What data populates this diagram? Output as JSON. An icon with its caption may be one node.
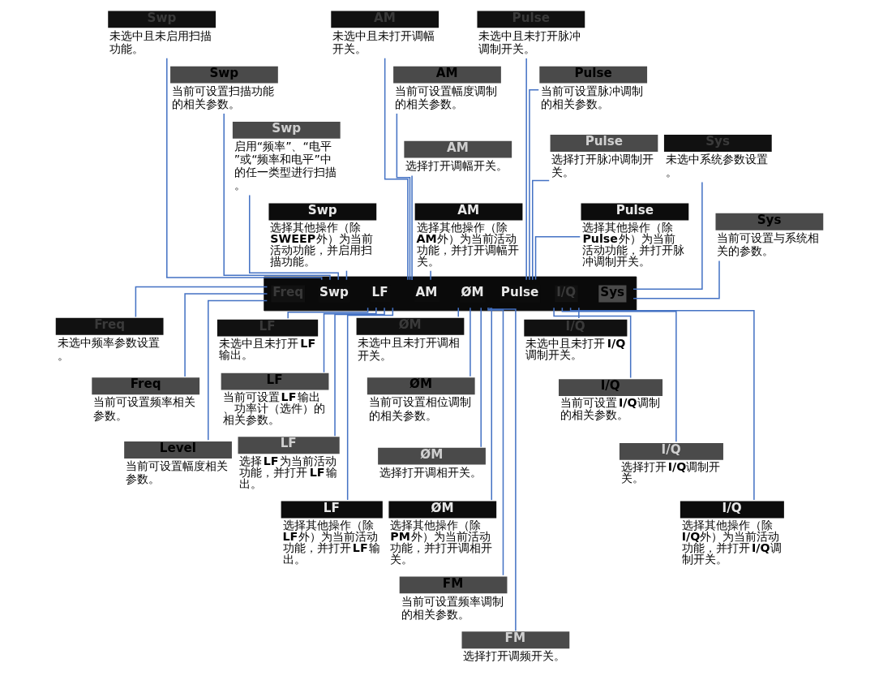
{
  "diagram": {
    "nodes": [
      {
        "text": [],
        "shape": "bar"
      },
      {
        "text": [
          "Freq"
        ],
        "in": 0
      },
      {
        "text": [
          "Swp"
        ],
        "in": 0
      },
      {
        "text": [
          "LF"
        ],
        "in": 0
      },
      {
        "text": [
          "AM"
        ],
        "in": 0
      },
      {
        "text": [
          "ØM"
        ],
        "in": 0
      },
      {
        "text": [
          "Pulse"
        ],
        "in": 0
      },
      {
        "text": [
          "I/Q"
        ],
        "in": 0
      },
      {
        "text": [
          "Sys"
        ],
        "in": 0
      },
      {
        "text": [
          "Swp"
        ],
        "beside": [
          "未选中且未启用扫描功能。"
        ]
      },
      {
        "text": [
          "Swp"
        ],
        "beside": [
          "当前可设置扫描功能的相关参数。"
        ]
      },
      {
        "text": [
          "Swp"
        ],
        "beside": [
          "启用“频率”、“电平”或“频率和电平”中的任一类型进行扫描。"
        ]
      },
      {
        "text": [
          "Swp"
        ],
        "beside": [
          "选择其他操作（除**SWEEP**外）为当前活动功能，并启用扫描功能。"
        ]
      },
      {
        "text": [
          "AM"
        ],
        "beside": [
          "未选中且未打开调幅开关。"
        ]
      },
      {
        "text": [
          "AM"
        ],
        "beside": [
          "当前可设置幅度调制的相关参数。"
        ]
      },
      {
        "text": [
          "AM"
        ],
        "beside": [
          "选择打开调幅开关。"
        ]
      },
      {
        "text": [
          "AM"
        ],
        "beside": [
          "选择其他操作（除**AM**外）为当前活动功能，并打开调幅开关。"
        ]
      },
      {
        "text": [
          "Pulse"
        ],
        "beside": [
          "未选中且未打开脉冲调制开关。"
        ]
      },
      {
        "text": [
          "Pulse"
        ],
        "beside": [
          "当前可设置脉冲调制的相关参数。"
        ]
      },
      {
        "text": [
          "Pulse"
        ],
        "beside": [
          "选择打开脉冲调制开关。"
        ]
      },
      {
        "text": [
          "Pulse"
        ],
        "beside": [
          "选择其他操作（除**Pulse**外）为当前活动功能，并打开脉冲调制开关。"
        ]
      },
      {
        "text": [
          "Sys"
        ],
        "beside": [
          "未选中系统参数设置。"
        ]
      },
      {
        "text": [
          "Sys"
        ],
        "beside": [
          "当前可设置与系统相关的参数。"
        ]
      },
      {
        "text": [
          "Freq"
        ],
        "beside": [
          "未选中频率参数设置。"
        ]
      },
      {
        "text": [
          "Freq"
        ],
        "beside": [
          "当前可设置频率相关参数。"
        ]
      },
      {
        "text": [
          "Level"
        ],
        "beside": [
          "当前可设置幅度相关参数。"
        ]
      },
      {
        "text": [
          "LF"
        ],
        "beside": [
          "未选中且未打开**LF**输出。"
        ]
      },
      {
        "text": [
          "LF"
        ],
        "beside": [
          "当前可设置**LF**输出、功率计（选件）的相关参数。"
        ]
      },
      {
        "text": [
          "LF"
        ],
        "beside": [
          "选择**LF**为当前活动功能，并打开**LF**输出。"
        ]
      },
      {
        "text": [
          "LF"
        ],
        "beside": [
          "选择其他操作（除**LF**外）为当前活动功能，并打开**LF**输出。"
        ]
      },
      {
        "text": [
          "ØM"
        ],
        "beside": [
          "未选中且未打开调相开关。"
        ]
      },
      {
        "text": [
          "ØM"
        ],
        "beside": [
          "当前可设置相位调制的相关参数。"
        ]
      },
      {
        "text": [
          "ØM"
        ],
        "beside": [
          "选择打开调相开关。"
        ]
      },
      {
        "text": [
          "ØM"
        ],
        "beside": [
          "选择其他操作（除**PM**外）为当前活动功能，并打开调相开关。"
        ]
      },
      {
        "text": [
          "FM"
        ],
        "beside": [
          "当前可设置频率调制的相关参数。"
        ]
      },
      {
        "text": [
          "FM"
        ],
        "beside": [
          "选择打开调频开关。"
        ]
      },
      {
        "text": [
          "I/Q"
        ],
        "beside": [
          "未选中且未打开**I/Q**调制开关。"
        ]
      },
      {
        "text": [
          "I/Q"
        ],
        "beside": [
          "当前可设置**I/Q**调制的相关参数。"
        ]
      },
      {
        "text": [
          "I/Q"
        ],
        "beside": [
          "选择打开**I/Q**调制开关。"
        ]
      },
      {
        "text": [
          "I/Q"
        ],
        "beside": [
          "选择其他操作（除**I/Q**外）为当前活动功能，并打开**I/Q**调制开关。"
        ]
      }
    ],
    "edges": [
      {
        "from": 2,
        "to": 9,
        "arrow": "none"
      },
      {
        "from": 2,
        "to": 10,
        "arrow": "none"
      },
      {
        "from": 2,
        "to": 11,
        "arrow": "none"
      },
      {
        "from": 2,
        "to": 12,
        "arrow": "none"
      },
      {
        "from": 4,
        "to": 13,
        "arrow": "none"
      },
      {
        "from": 4,
        "to": 14,
        "arrow": "none"
      },
      {
        "from": 4,
        "to": 15,
        "arrow": "none"
      },
      {
        "from": 4,
        "to": 16,
        "arrow": "none"
      },
      {
        "from": 6,
        "to": 17,
        "arrow": "none"
      },
      {
        "from": 6,
        "to": 18,
        "arrow": "none"
      },
      {
        "from": 6,
        "to": 19,
        "arrow": "none"
      },
      {
        "from": 6,
        "to": 20,
        "arrow": "none"
      },
      {
        "from": 8,
        "to": 21,
        "arrow": "none"
      },
      {
        "from": 8,
        "to": 22,
        "arrow": "none"
      },
      {
        "from": 1,
        "to": 23,
        "arrow": "none"
      },
      {
        "from": 1,
        "to": 24,
        "arrow": "none"
      },
      {
        "from": 1,
        "to": 25,
        "arrow": "none"
      },
      {
        "from": 3,
        "to": 26,
        "arrow": "none"
      },
      {
        "from": 3,
        "to": 27,
        "arrow": "none"
      },
      {
        "from": 3,
        "to": 28,
        "arrow": "none"
      },
      {
        "from": 3,
        "to": 29,
        "arrow": "none"
      },
      {
        "from": 5,
        "to": 30,
        "arrow": "none"
      },
      {
        "from": 5,
        "to": 31,
        "arrow": "none"
      },
      {
        "from": 5,
        "to": 32,
        "arrow": "none"
      },
      {
        "from": 5,
        "to": 33,
        "arrow": "none"
      },
      {
        "from": 5,
        "to": 34,
        "arrow": "none"
      },
      {
        "from": 5,
        "to": 35,
        "arrow": "none"
      },
      {
        "from": 7,
        "to": 36,
        "arrow": "none"
      },
      {
        "from": 7,
        "to": 37,
        "arrow": "none"
      },
      {
        "from": 7,
        "to": 38,
        "arrow": "none"
      },
      {
        "from": 7,
        "to": 39,
        "arrow": "none"
      }
    ]
  }
}
